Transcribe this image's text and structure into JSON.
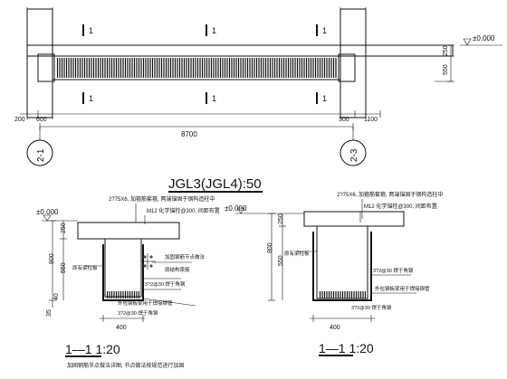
{
  "elevation": {
    "section_marks": [
      "1",
      "1",
      "1",
      "1",
      "1",
      "1"
    ],
    "level_right": "±0.000",
    "dim_right": [
      "250",
      "550"
    ],
    "dim_bottom": [
      "200",
      "600",
      "8700",
      "300",
      "1100"
    ],
    "axes": [
      "2-1",
      "2-3"
    ]
  },
  "detail_title": "JGL3(JGL4):50",
  "left_section": {
    "top_note": "2?75X6, 加箍筋套箍, 两端锚固于钢构造柱中",
    "anchor_note": "M12 化学锚栓@300, 间距布置",
    "level": "±0.000",
    "dims_vertical": [
      "250",
      "800",
      "550",
      "35"
    ],
    "dim_side": "40",
    "dim_bottom": "400",
    "notes": [
      "原有梁柱板",
      "加固钢筋节点做法",
      "原结构梁筋",
      "3?2@30 焊于角钢",
      "外包钢板梁用于焊接钢管",
      "3?2@30 焊于角钢"
    ],
    "caption": "1—1 1:20",
    "footnote": "加固钢筋节点做法详图, 节点做法按规范进行加固"
  },
  "right_section": {
    "top_note": "2?75X6, 加箍筋套箍, 两端锚固于钢构造柱中",
    "anchor_note": "M12 化学锚栓@300, 间距布置",
    "level": "±0.000",
    "dims_vertical": [
      "250",
      "800",
      "550"
    ],
    "dim_bottom": "400",
    "notes": [
      "原有梁柱板",
      "3?2@30 焊于角钢",
      "外包钢板梁用于焊接钢管",
      "3?2@30 焊于角钢"
    ],
    "caption": "1—1 1:20"
  }
}
